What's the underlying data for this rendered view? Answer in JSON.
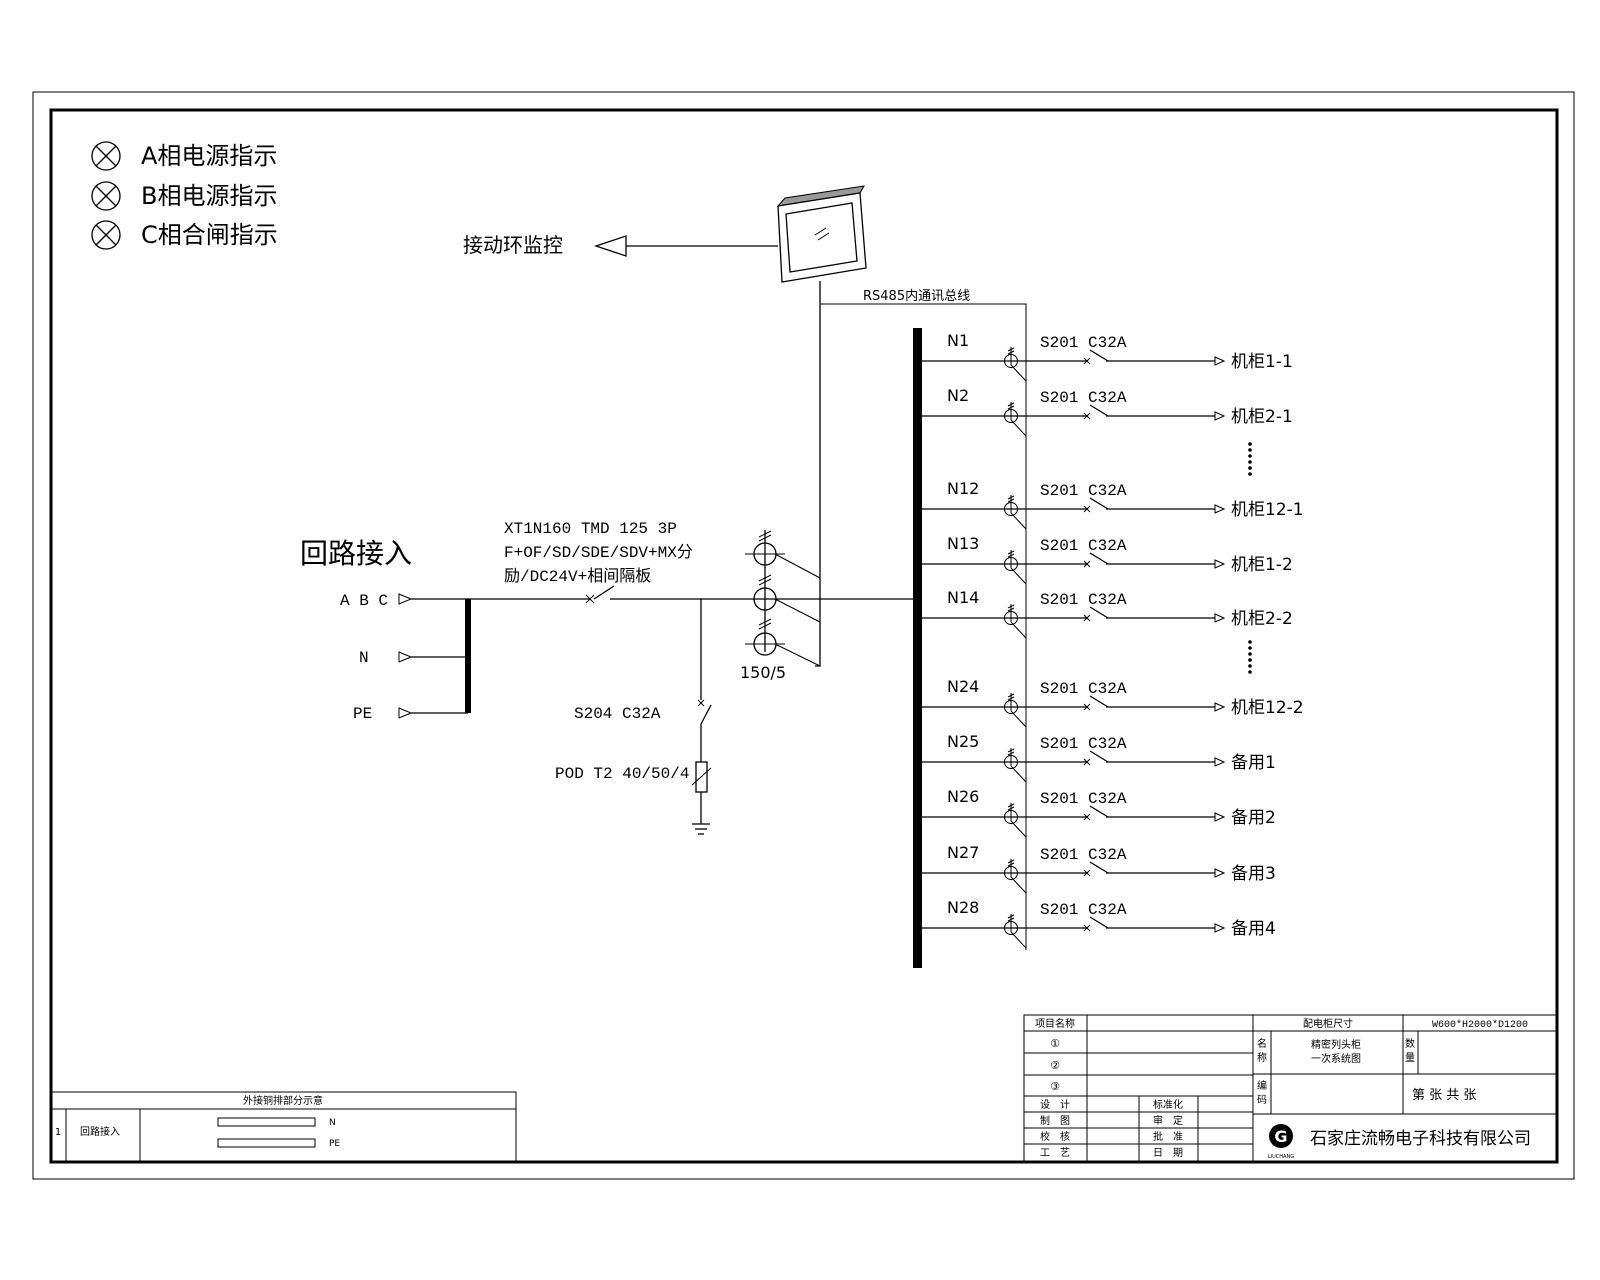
{
  "legend": [
    {
      "label": "A相电源指示"
    },
    {
      "label": "B相电源指示"
    },
    {
      "label": "C相合闸指示"
    }
  ],
  "monitor": {
    "label": "接动环监控",
    "bus_label": "RS485内通讯总线"
  },
  "incoming": {
    "title": "回路接入",
    "phases": [
      "A B C",
      "N",
      "PE"
    ],
    "breaker_lines": [
      "XT1N160 TMD 125 3P",
      "F+OF/SD/SDE/SDV+MX分",
      "励/DC24V+相间隔板"
    ],
    "ct_label": "150/5",
    "spd_breaker": "S204 C32A",
    "spd": "POD T2 40/50/4"
  },
  "branch_breaker": "S201 C32A",
  "branches": [
    {
      "id": "N1",
      "load": "机柜1-1"
    },
    {
      "id": "N2",
      "load": "机柜2-1"
    },
    {
      "id": "N12",
      "load": "机柜12-1"
    },
    {
      "id": "N13",
      "load": "机柜1-2"
    },
    {
      "id": "N14",
      "load": "机柜2-2"
    },
    {
      "id": "N24",
      "load": "机柜12-2"
    },
    {
      "id": "N25",
      "load": "备用1"
    },
    {
      "id": "N26",
      "load": "备用2"
    },
    {
      "id": "N27",
      "load": "备用3"
    },
    {
      "id": "N28",
      "load": "备用4"
    }
  ],
  "copper_table": {
    "title": "外接铜排部分示意",
    "row_no": "1",
    "row_label": "回路接入",
    "bars": [
      "N",
      "PE"
    ]
  },
  "title_block": {
    "project_name_label": "项目名称",
    "revisions": [
      "①",
      "②",
      "③"
    ],
    "size_label": "配电柜尺寸",
    "size_value": "W600*H2000*D1200",
    "name_label": [
      "名",
      "称"
    ],
    "drawing_name": [
      "精密列头柜",
      "一次系统图"
    ],
    "qty_label": [
      "数",
      "量"
    ],
    "code_label": [
      "编",
      "码"
    ],
    "sheet": "第    张 共    张",
    "roles_left": [
      "设　计",
      "制　图",
      "校　核",
      "工　艺"
    ],
    "roles_right": [
      "标准化",
      "审　定",
      "批　准",
      "日　期"
    ],
    "company": "石家庄流畅电子科技有限公司",
    "logo_letter": "G",
    "logo_sub": "LIUCHANG"
  }
}
